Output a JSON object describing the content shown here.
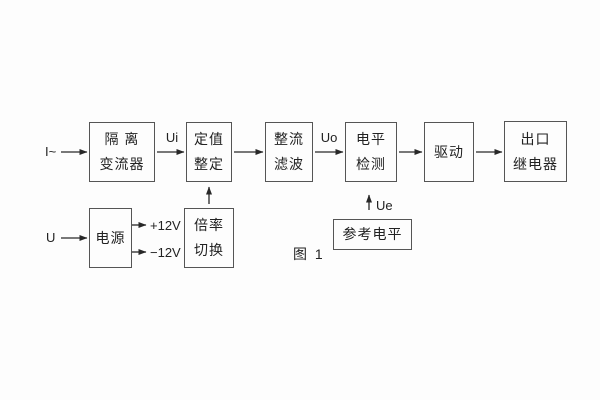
{
  "colors": {
    "background": "#fdfdfd",
    "line": "#282828",
    "box_border": "#555555",
    "text": "#222222"
  },
  "caption": "图 1",
  "signal_labels": {
    "input_current": "I~",
    "ui": "Ui",
    "uo": "Uo",
    "ue": "Ue",
    "input_voltage": "U",
    "plus_12v": "+12V",
    "minus_12v": "−12V"
  },
  "boxes": {
    "isolation_transformer": {
      "line1": "隔 离",
      "line2": "变流器"
    },
    "setting_adjust": {
      "line1": "定值",
      "line2": "整定"
    },
    "rectify_filter": {
      "line1": "整流",
      "line2": "滤波"
    },
    "level_detect": {
      "line1": "电平",
      "line2": "检测"
    },
    "drive": {
      "line1": "驱动"
    },
    "output_relay": {
      "line1": "出口",
      "line2": "继电器"
    },
    "power_supply": {
      "line1": "电源"
    },
    "ratio_switch": {
      "line1": "倍率",
      "line2": "切换"
    },
    "reference_level": {
      "line1": "参考电平"
    }
  }
}
